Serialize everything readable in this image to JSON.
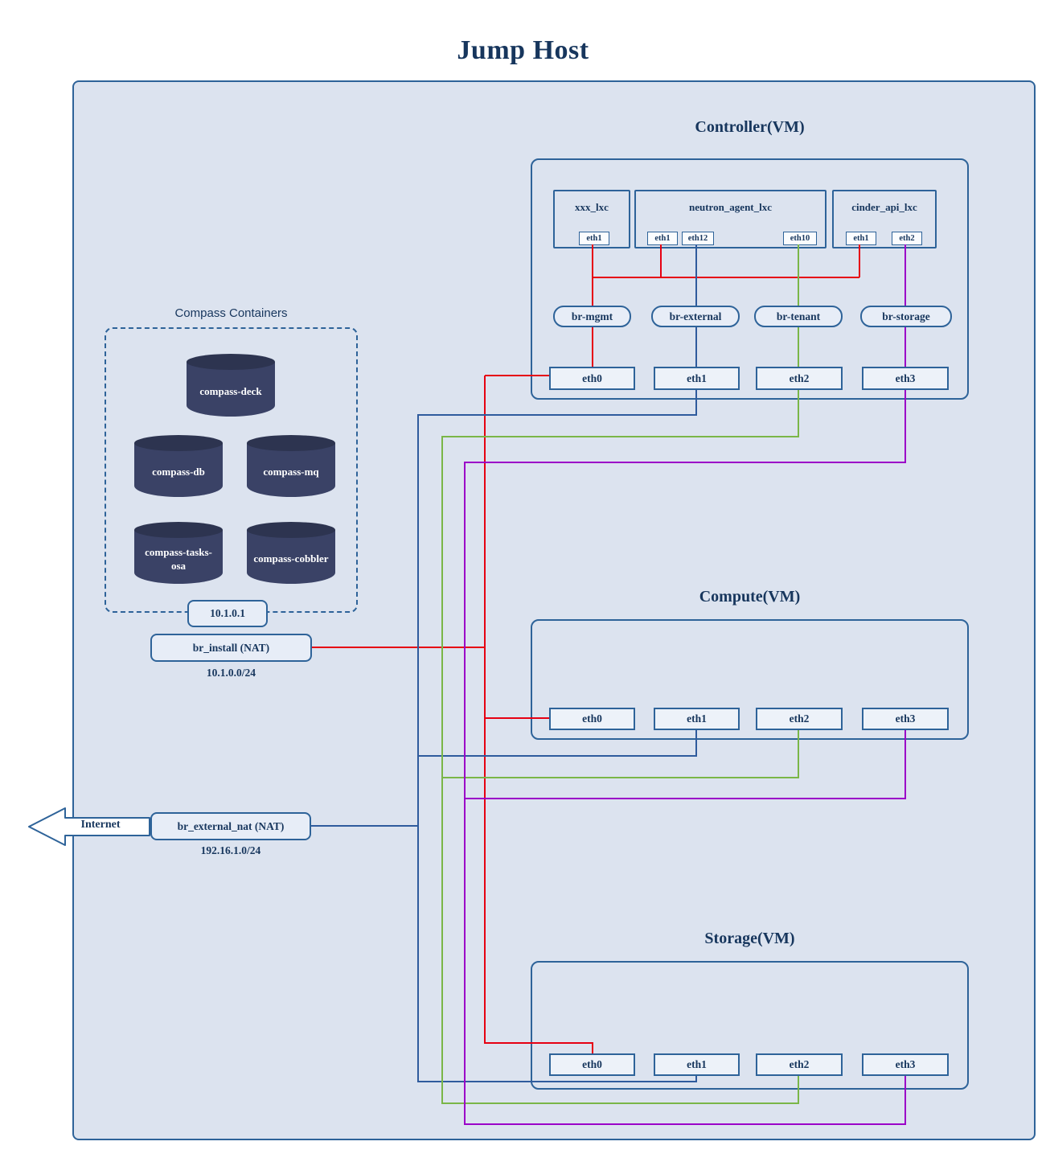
{
  "title": "Jump Host",
  "colors": {
    "border": "#2e6399",
    "text": "#17365d",
    "host_fill": "#dce3ef",
    "bridge_fill": "#e7edf7",
    "nic_fill": "#edf2f9",
    "port_fill": "#fafcfe",
    "cylinder_body": "#3a4266",
    "cylinder_top": "#2d3450",
    "net_mgmt": "#e60012",
    "net_external": "#2f5b9d",
    "net_tenant": "#7ab648",
    "net_storage": "#9b00c8"
  },
  "compass": {
    "label": "Compass Containers",
    "containers": [
      {
        "name": "compass-deck"
      },
      {
        "name": "compass-db"
      },
      {
        "name": "compass-mq"
      },
      {
        "name": "compass-tasks-osa"
      },
      {
        "name": "compass-cobbler"
      }
    ]
  },
  "install": {
    "gateway_ip": "10.1.0.1",
    "bridge": "br_install (NAT)",
    "subnet": "10.1.0.0/24"
  },
  "external": {
    "internet_label": "Internet",
    "bridge": "br_external_nat (NAT)",
    "subnet": "192.16.1.0/24"
  },
  "controller": {
    "label": "Controller(VM)",
    "lxc_containers": [
      {
        "name": "xxx_lxc",
        "ports": [
          "eth1"
        ]
      },
      {
        "name": "neutron_agent_lxc",
        "ports": [
          "eth1",
          "eth12",
          "eth10"
        ]
      },
      {
        "name": "cinder_api_lxc",
        "ports": [
          "eth1",
          "eth2"
        ]
      }
    ],
    "bridges": [
      "br-mgmt",
      "br-external",
      "br-tenant",
      "br-storage"
    ],
    "nics": [
      "eth0",
      "eth1",
      "eth2",
      "eth3"
    ]
  },
  "compute": {
    "label": "Compute(VM)",
    "nics": [
      "eth0",
      "eth1",
      "eth2",
      "eth3"
    ]
  },
  "storage": {
    "label": "Storage(VM)",
    "nics": [
      "eth0",
      "eth1",
      "eth2",
      "eth3"
    ]
  }
}
